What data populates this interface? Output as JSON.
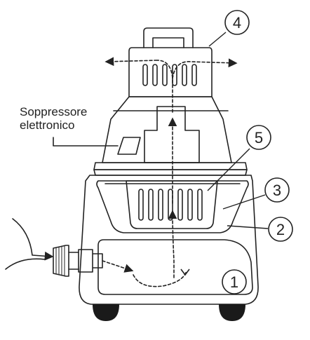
{
  "annotation": {
    "line1": "Soppressore",
    "line2": "elettronico"
  },
  "callouts": [
    {
      "id": "1",
      "label": "1"
    },
    {
      "id": "2",
      "label": "2"
    },
    {
      "id": "3",
      "label": "3"
    },
    {
      "id": "4",
      "label": "4"
    },
    {
      "id": "5",
      "label": "5"
    }
  ],
  "colors": {
    "line": "#222222",
    "background": "#ffffff",
    "wheel": "#1a1a1a"
  }
}
